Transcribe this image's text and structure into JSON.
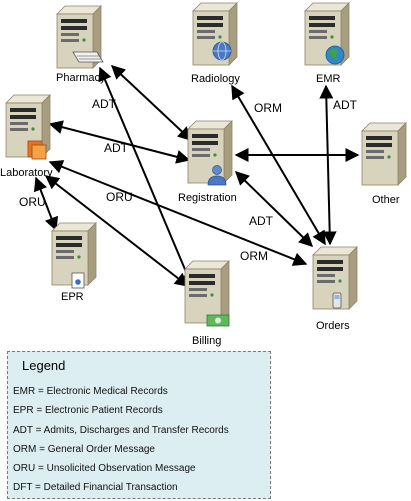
{
  "nodes": {
    "pharmacy": "Pharmacy",
    "radiology": "Radiology",
    "emr": "EMR",
    "laboratory": "Laboratory",
    "registration": "Registration",
    "other": "Other",
    "epr": "EPR",
    "billing": "Billing",
    "orders": "Orders"
  },
  "edge_labels": {
    "pharmacy_registration": "ADT",
    "laboratory_registration": "ADT",
    "radiology_orders": "ORM",
    "emr_orders": "ADT",
    "laboratory_epr": "ORU",
    "laboratory_billing": "ORU",
    "registration_orders": "ADT",
    "laboratory_orders": "ORM"
  },
  "legend": {
    "title": "Legend",
    "items": [
      "EMR = Electronic Medical Records",
      "EPR = Electronic Patient Records",
      "ADT = Admits, Discharges and Transfer Records",
      "ORM = General Order Message",
      "ORU = Unsolicited Observation Message",
      "DFT = Detailed Financial Transaction"
    ]
  },
  "colors": {
    "server_body": "#d8d3bd",
    "server_side": "#a79e80",
    "arrow": "#000000",
    "legend_bg": "#ddeef2"
  },
  "icons": {
    "pharmacy": "keyboard-icon",
    "radiology": "globe-icon",
    "emr": "globe-icon",
    "laboratory": "folder-icon",
    "registration": "user-icon",
    "epr": "document-icon",
    "billing": "money-icon",
    "orders": "phone-icon"
  }
}
